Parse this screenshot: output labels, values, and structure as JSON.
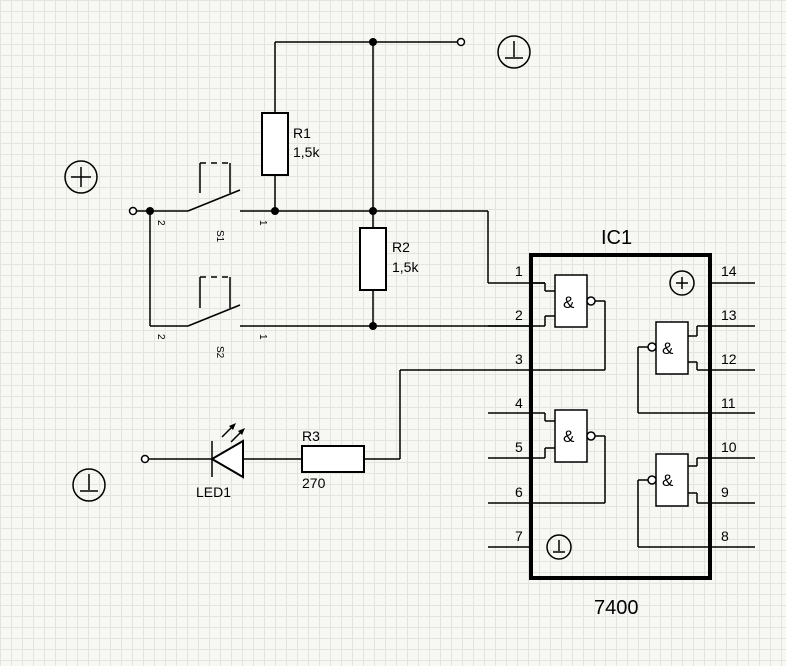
{
  "power": {
    "plus_symbol": "+"
  },
  "resistors": {
    "r1": {
      "name": "R1",
      "value": "1,5k"
    },
    "r2": {
      "name": "R2",
      "value": "1,5k"
    },
    "r3": {
      "name": "R3",
      "value": "270"
    }
  },
  "switches": {
    "s1": {
      "name": "S1",
      "pin_left": "2",
      "pin_right": "1"
    },
    "s2": {
      "name": "S2",
      "pin_left": "2",
      "pin_right": "1"
    }
  },
  "led": {
    "name": "LED1"
  },
  "ic": {
    "name": "IC1",
    "part": "7400",
    "gate_symbol": "&",
    "pins": [
      "1",
      "2",
      "3",
      "4",
      "5",
      "6",
      "7",
      "8",
      "9",
      "10",
      "11",
      "12",
      "13",
      "14"
    ]
  }
}
